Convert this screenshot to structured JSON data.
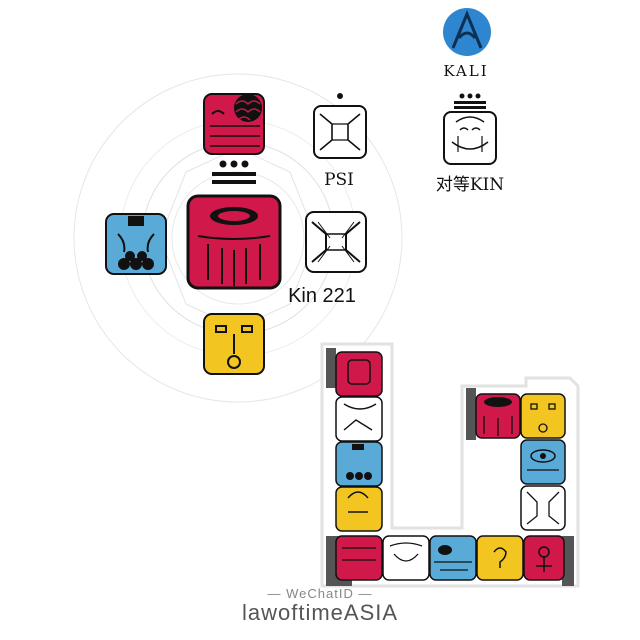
{
  "header": {
    "kali_label": "KALI"
  },
  "oracle": {
    "psi_label": "PSI",
    "equivalent_label": "对等KIN",
    "kin_label": "Kin 221"
  },
  "footer": {
    "wechat_label": "— WeChatID —",
    "account_label": "lawoftimeASIA"
  },
  "colors": {
    "red": "#d0184a",
    "blue": "#5aaad8",
    "yellow": "#f2c521",
    "white": "#ffffff",
    "black": "#111111",
    "kali_blue": "#2f86d0"
  }
}
